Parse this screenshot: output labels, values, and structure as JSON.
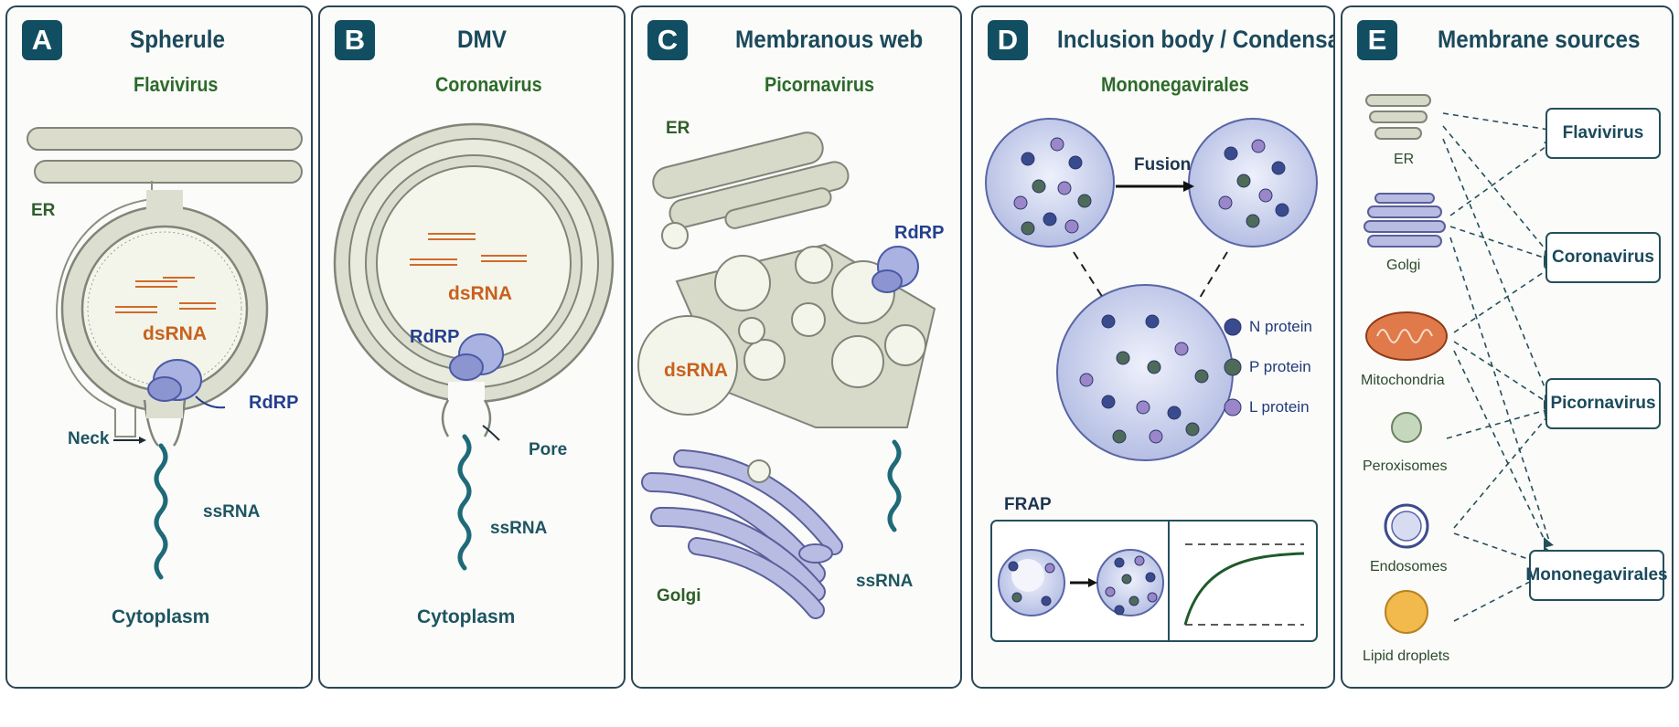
{
  "panels": {
    "a": {
      "badge": "A",
      "title": "Spherule",
      "subtitle": "Flavivirus",
      "er": "ER",
      "dsrna": "dsRNA",
      "rdrp": "RdRP",
      "neck": "Neck",
      "ssrna": "ssRNA",
      "cytoplasm": "Cytoplasm"
    },
    "b": {
      "badge": "B",
      "title": "DMV",
      "subtitle": "Coronavirus",
      "dsrna": "dsRNA",
      "rdrp": "RdRP",
      "pore": "Pore",
      "ssrna": "ssRNA",
      "cytoplasm": "Cytoplasm"
    },
    "c": {
      "badge": "C",
      "title": "Membranous web",
      "subtitle": "Picornavirus",
      "er": "ER",
      "rdrp": "RdRP",
      "dsrna": "dsRNA",
      "golgi": "Golgi",
      "ssrna": "ssRNA"
    },
    "d": {
      "badge": "D",
      "title": "Inclusion body / Condensate",
      "subtitle": "Mononegavirales",
      "fusion": "Fusion",
      "frap": "FRAP",
      "legend": [
        {
          "label": "N protein",
          "color": "#3a4a8e"
        },
        {
          "label": "P protein",
          "color": "#4e6a58"
        },
        {
          "label": "L protein",
          "color": "#9a86c8"
        }
      ]
    },
    "e": {
      "badge": "E",
      "title": "Membrane sources",
      "sources": [
        "ER",
        "Golgi",
        "Mitochondria",
        "Peroxisomes",
        "Endosomes",
        "Lipid droplets"
      ],
      "targets": [
        "Flavivirus",
        "Coronavirus",
        "Picornavirus",
        "Mononegavirales"
      ]
    }
  }
}
